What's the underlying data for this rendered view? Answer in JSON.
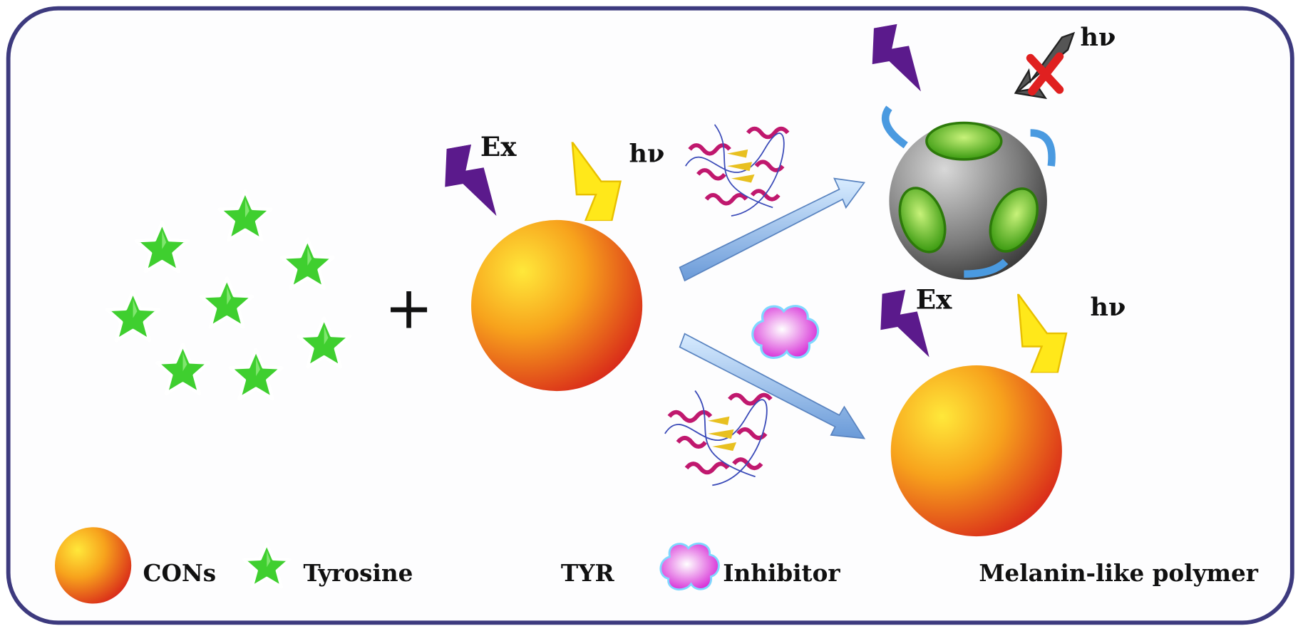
{
  "diagram": {
    "upper_left": {
      "excitation": "Ex",
      "emission": "hν"
    },
    "plus": "+",
    "top_right": {
      "emission_blocked": "hν"
    },
    "bottom_right": {
      "excitation": "Ex",
      "emission": "hν"
    }
  },
  "legend": {
    "cons": "CONs",
    "tyrosine": "Tyrosine",
    "tyr": "TYR",
    "inhibitor": "Inhibitor",
    "melanin": "Melanin-like polymer"
  },
  "colors": {
    "border": "#3d3a7e",
    "star": "#3fcf2f",
    "excitation_bolt": "#5b1a8c",
    "emission_bolt": "#ffe81a",
    "arrow": "#8fb8e8",
    "inhibitor": "#e040e0",
    "polymer": "#6e6e6e"
  }
}
